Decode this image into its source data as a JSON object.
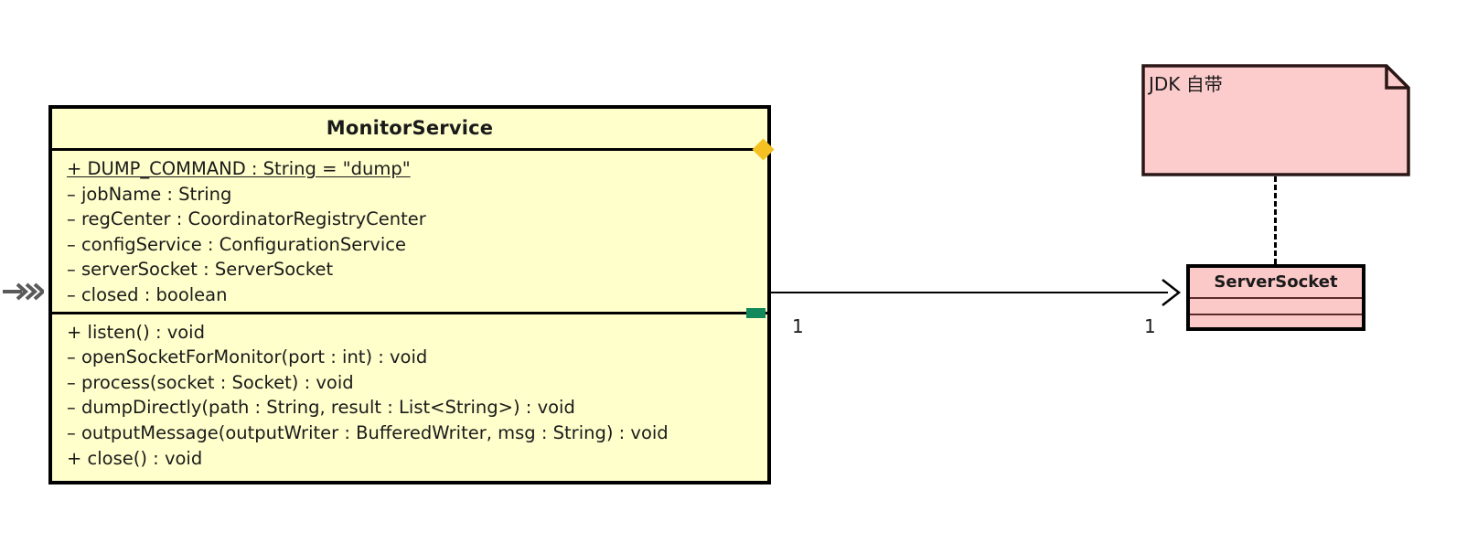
{
  "diagram": {
    "type": "uml-class-diagram",
    "colors": {
      "class_fill_yellow": "#FFFFCC",
      "class_fill_pink": "#FCC9C9",
      "note_fill": "#FCCBCB",
      "border": "#000000",
      "diamond_adornment": "#F5C022",
      "square_adornment": "#13895B"
    }
  },
  "monitor_service": {
    "name": "MonitorService",
    "attributes": [
      {
        "text": "+ DUMP_COMMAND : String = \"dump\"",
        "static": true
      },
      {
        "text": "– jobName : String",
        "static": false
      },
      {
        "text": "– regCenter : CoordinatorRegistryCenter",
        "static": false
      },
      {
        "text": "– configService : ConfigurationService",
        "static": false
      },
      {
        "text": "– serverSocket : ServerSocket",
        "static": false
      },
      {
        "text": "– closed : boolean",
        "static": false
      }
    ],
    "operations": [
      {
        "text": "+ listen() : void"
      },
      {
        "text": "– openSocketForMonitor(port : int) : void"
      },
      {
        "text": "– process(socket : Socket) : void"
      },
      {
        "text": "– dumpDirectly(path : String, result : List<String>) : void"
      },
      {
        "text": "– outputMessage(outputWriter : BufferedWriter, msg : String) : void"
      },
      {
        "text": "+ close() : void"
      }
    ]
  },
  "server_socket": {
    "name": "ServerSocket",
    "attributes": [],
    "operations": []
  },
  "note": {
    "text": "JDK 自带"
  },
  "association": {
    "source_multiplicity": "1",
    "target_multiplicity": "1",
    "arrow_style": "open-arrow",
    "line_style": "solid"
  },
  "note_link": {
    "line_style": "dashed"
  },
  "icons": {
    "left_edge_relation": "arrow-chevron-icon",
    "title_separator_adornment": "diamond-icon",
    "operations_separator_adornment": "square-icon",
    "note_fold": "note-fold-icon",
    "association_arrowhead": "open-arrowhead-icon"
  }
}
